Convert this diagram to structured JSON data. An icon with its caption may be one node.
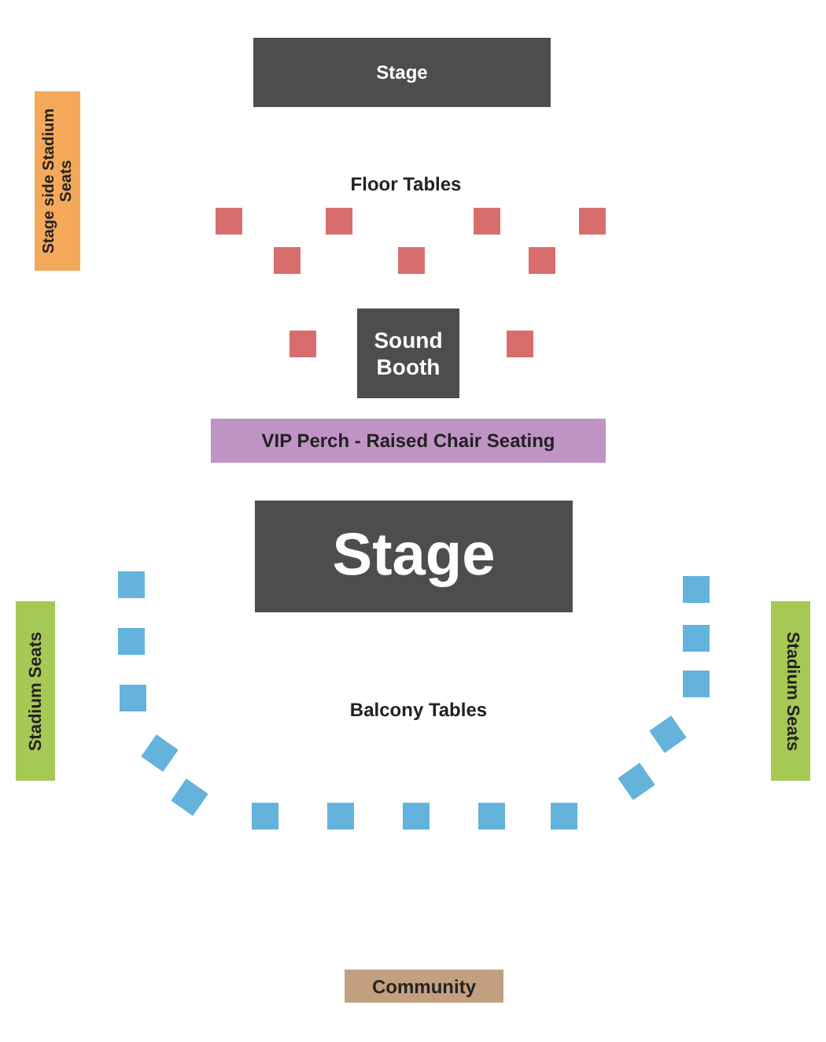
{
  "diagram": {
    "nodes": [
      {
        "text": [
          "Stage"
        ]
      },
      {
        "text": [
          "Stage side Stadium Seats"
        ]
      },
      {
        "text": [],
        "shape": "box"
      },
      {
        "text": [],
        "shape": "box"
      },
      {
        "text": [],
        "shape": "box"
      },
      {
        "text": [],
        "shape": "box"
      },
      {
        "text": [],
        "shape": "box"
      },
      {
        "text": [],
        "shape": "box"
      },
      {
        "text": [],
        "shape": "box"
      },
      {
        "text": [],
        "shape": "box"
      },
      {
        "text": [
          "Sound Booth"
        ]
      },
      {
        "text": [],
        "shape": "box"
      },
      {
        "text": [
          "VIP Perch - Raised Chair Seating"
        ]
      },
      {
        "text": [
          "Stage"
        ]
      },
      {
        "text": [],
        "shape": "box"
      },
      {
        "text": [],
        "shape": "box"
      },
      {
        "text": [
          "Stadium Seats"
        ]
      },
      {
        "text": [],
        "shape": "box"
      },
      {
        "text": [],
        "shape": "box"
      },
      {
        "text": [
          "Stadium Seats"
        ]
      },
      {
        "text": [],
        "shape": "box"
      },
      {
        "text": [],
        "shape": "box"
      },
      {
        "text": [],
        "shape": "box"
      },
      {
        "text": [],
        "shape": "box"
      },
      {
        "text": [],
        "shape": "box"
      },
      {
        "text": [],
        "shape": "box"
      },
      {
        "text": [],
        "shape": "box"
      },
      {
        "text": [],
        "shape": "box"
      },
      {
        "text": [],
        "shape": "box"
      },
      {
        "text": [],
        "shape": "box"
      },
      {
        "text": [],
        "shape": "box"
      },
      {
        "text": [
          "Community"
        ]
      }
    ],
    "labels": [
      "Floor Tables",
      "Balcony Tables"
    ]
  }
}
